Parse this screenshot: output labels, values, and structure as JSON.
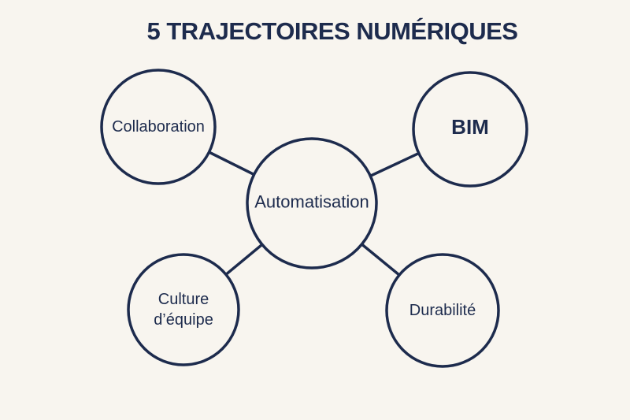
{
  "title": "5 TRAJECTOIRES NUMÉRIQUES",
  "diagram": {
    "center": {
      "label": "Automatisation"
    },
    "nodes": [
      {
        "label": "Collaboration"
      },
      {
        "label": "BIM"
      },
      {
        "label": "Culture d’équipe"
      },
      {
        "label": "Durabilité"
      }
    ]
  },
  "colors": {
    "bg": "#f8f5ef",
    "ink": "#1d2b4d"
  }
}
